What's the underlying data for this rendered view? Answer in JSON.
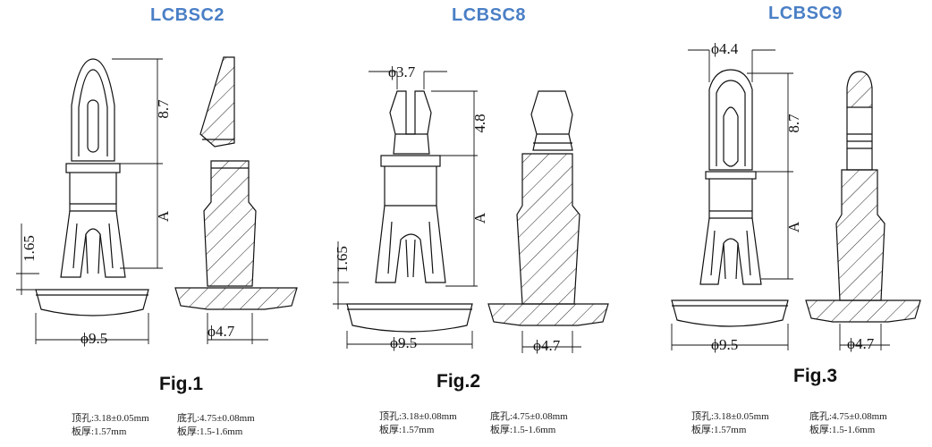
{
  "figures": [
    {
      "title": "LCBSC2",
      "fig_label": "Fig.1",
      "dims": {
        "top_length": "8.7",
        "body_length": "A",
        "base_gap": "1.65",
        "flange_dia": "ϕ9.5",
        "hole_dia": "ϕ4.7"
      },
      "specs": {
        "top_hole": "顶孔:3.18±0.05mm",
        "bottom_hole": "底孔:4.75±0.08mm",
        "top_board": "板厚:1.57mm",
        "bottom_board": "板厚:1.5-1.6mm"
      }
    },
    {
      "title": "LCBSC8",
      "fig_label": "Fig.2",
      "dims": {
        "top_dia": "ϕ3.7",
        "top_length": "4.8",
        "body_length": "A",
        "base_gap": "1.65",
        "flange_dia": "ϕ9.5",
        "hole_dia": "ϕ4.7"
      },
      "specs": {
        "top_hole": "顶孔:3.18±0.08mm",
        "bottom_hole": "底孔:4.75±0.08mm",
        "top_board": "板厚:1.57mm",
        "bottom_board": "板厚:1.5-1.6mm"
      }
    },
    {
      "title": "LCBSC9",
      "fig_label": "Fig.3",
      "dims": {
        "top_dia": "ϕ4.4",
        "top_length": "8.7",
        "body_length": "A",
        "flange_dia": "ϕ9.5",
        "hole_dia": "ϕ4.7"
      },
      "specs": {
        "top_hole": "顶孔:3.18±0.05mm",
        "bottom_hole": "底孔:4.75±0.08mm",
        "top_board": "板厚:1.57mm",
        "bottom_board": "板厚:1.5-1.6mm"
      }
    }
  ]
}
